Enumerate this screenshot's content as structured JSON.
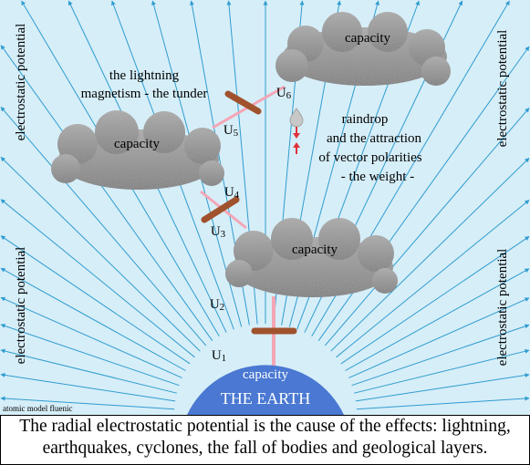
{
  "theme": {
    "ray_color": "#2f9ccf",
    "background": "#d6eef8",
    "earth_color": "#4a78d2",
    "electrode_color": "#a0522d",
    "connector_color": "#f4a6b6",
    "drop_arrow_color": "#e0303a",
    "drop_color": "#c8c8c8",
    "cloud_color": "#8e8e8e"
  },
  "labels": {
    "electrostatic_potential": "electrostatic potential",
    "capacity": "capacity",
    "earth": "THE EARTH",
    "credit": "atomic model fluenic",
    "lightning_line1": "the lightning",
    "lightning_line2": "magnetism - the tunder",
    "raindrop_line1": "raindrop",
    "raindrop_line2": "and the attraction",
    "raindrop_line3": "of vector polarities",
    "raindrop_line4": "- the weight -"
  },
  "voltages": {
    "u1": "U1",
    "u2": "U2",
    "u3": "U3",
    "u4": "U4",
    "u5": "U5",
    "u6": "U6"
  },
  "caption": {
    "line1": "The radial electrostatic potential is the cause of the effects: lightning,",
    "line2": "earthquakes, cyclones, the fall of bodies and geological layers."
  },
  "icons": {
    "electrode": "electrode-bar-icon",
    "raindrop": "raindrop-icon",
    "arrows": "arrow-icon"
  }
}
